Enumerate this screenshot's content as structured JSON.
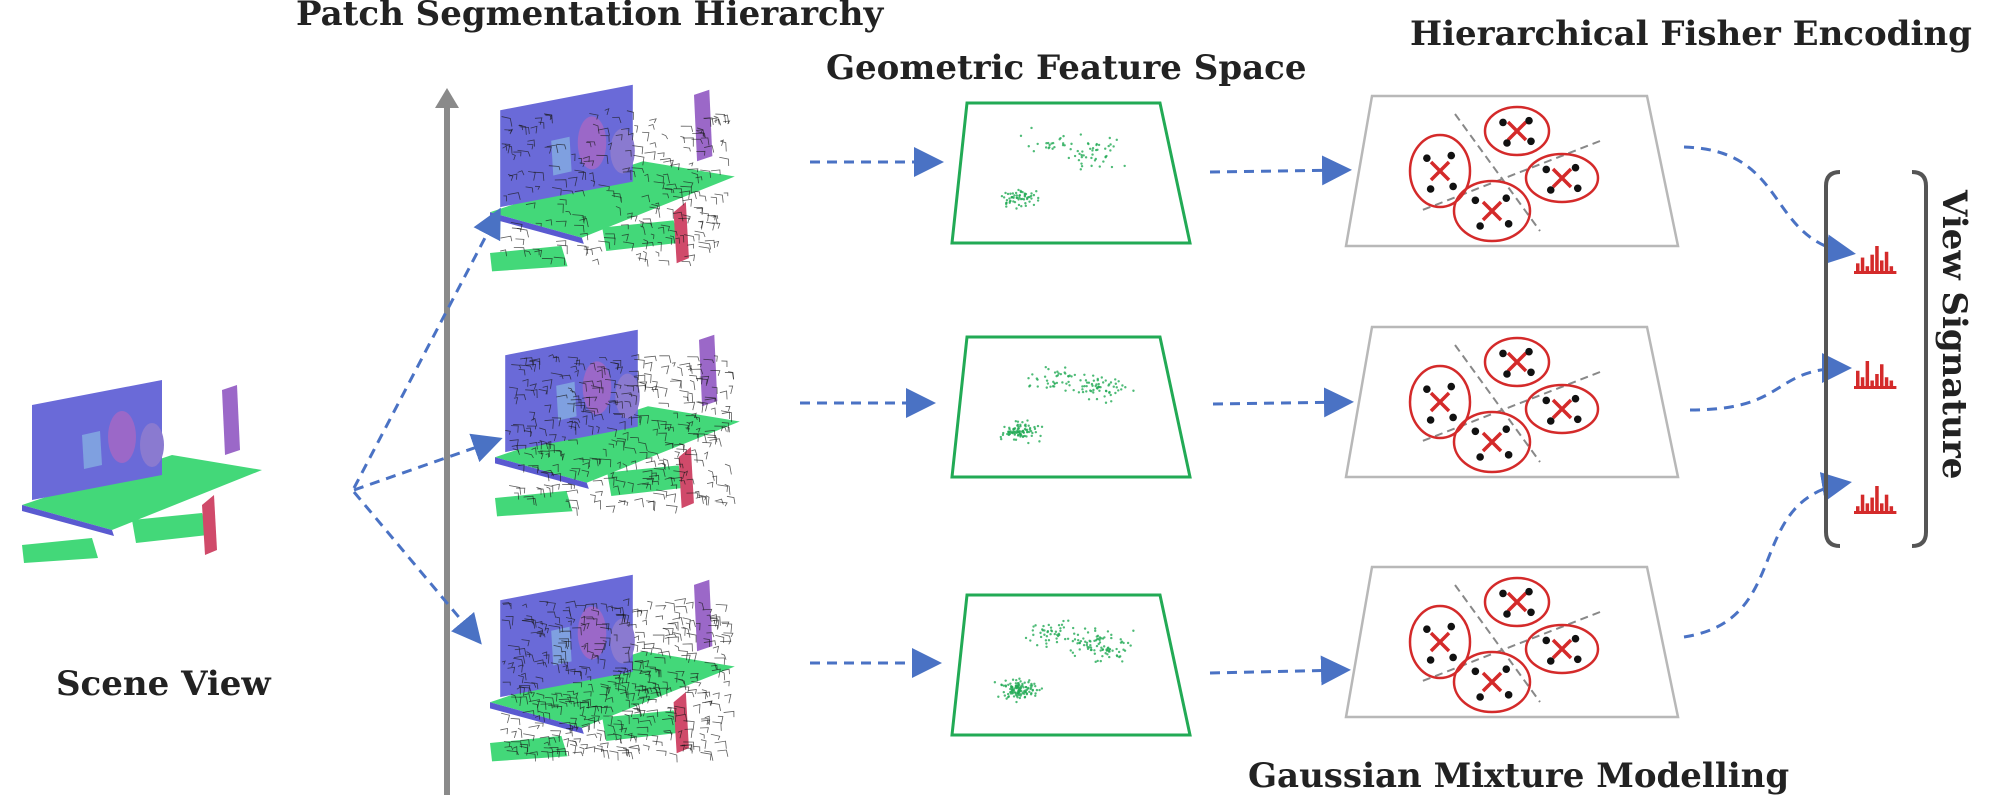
{
  "labels": {
    "patch_hierarchy": "Patch Segmentation Hierarchy",
    "geometric_space": "Geometric Feature Space",
    "fisher_encoding": "Hierarchical Fisher Encoding",
    "gmm": "Gaussian Mixture Modelling",
    "scene_view": "Scene View",
    "view_signature": "View Signature"
  },
  "colors": {
    "arrow": "#4a72c4",
    "feature_plane": "#22aa55",
    "gmm_plane": "#b8b8b8",
    "cluster": "#d42a2a",
    "histogram": "#d42a2a",
    "axis": "#8a8a8a",
    "surface_green": "#43d879",
    "surface_blue": "#6a6ad8",
    "surface_purple": "#9b68c8"
  },
  "histograms": [
    [
      3,
      5,
      2,
      6,
      9,
      4,
      7,
      2
    ],
    [
      5,
      3,
      8,
      2,
      4,
      7,
      3,
      2
    ],
    [
      2,
      6,
      3,
      5,
      9,
      3,
      6,
      2
    ]
  ]
}
